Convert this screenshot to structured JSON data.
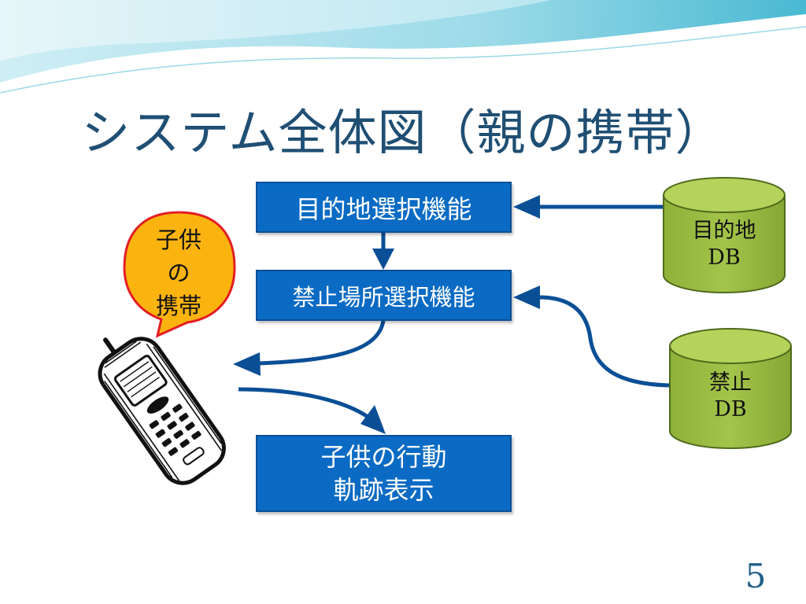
{
  "slide": {
    "title": "システム全体図（親の携帯）",
    "page_number": "5"
  },
  "boxes": {
    "destination_select": "目的地選択機能",
    "forbidden_select": "禁止場所選択機能",
    "trajectory_line1": "子供の行動",
    "trajectory_line2": "軌跡表示"
  },
  "databases": {
    "destination_db_line1": "目的地",
    "destination_db_line2": "DB",
    "forbidden_db_line1": "禁止",
    "forbidden_db_line2": "DB"
  },
  "bubble": {
    "line1": "子供",
    "line2": "の",
    "line3": "携帯"
  },
  "colors": {
    "box_fill": "#0b6bc4",
    "db_fill": "#9bbb3f",
    "bubble_fill": "#fbb40f",
    "bubble_border": "#e31e24",
    "arrow": "#0a4f96",
    "title": "#1f4f73"
  },
  "icons": {
    "phone": "mobile-phone-icon"
  }
}
